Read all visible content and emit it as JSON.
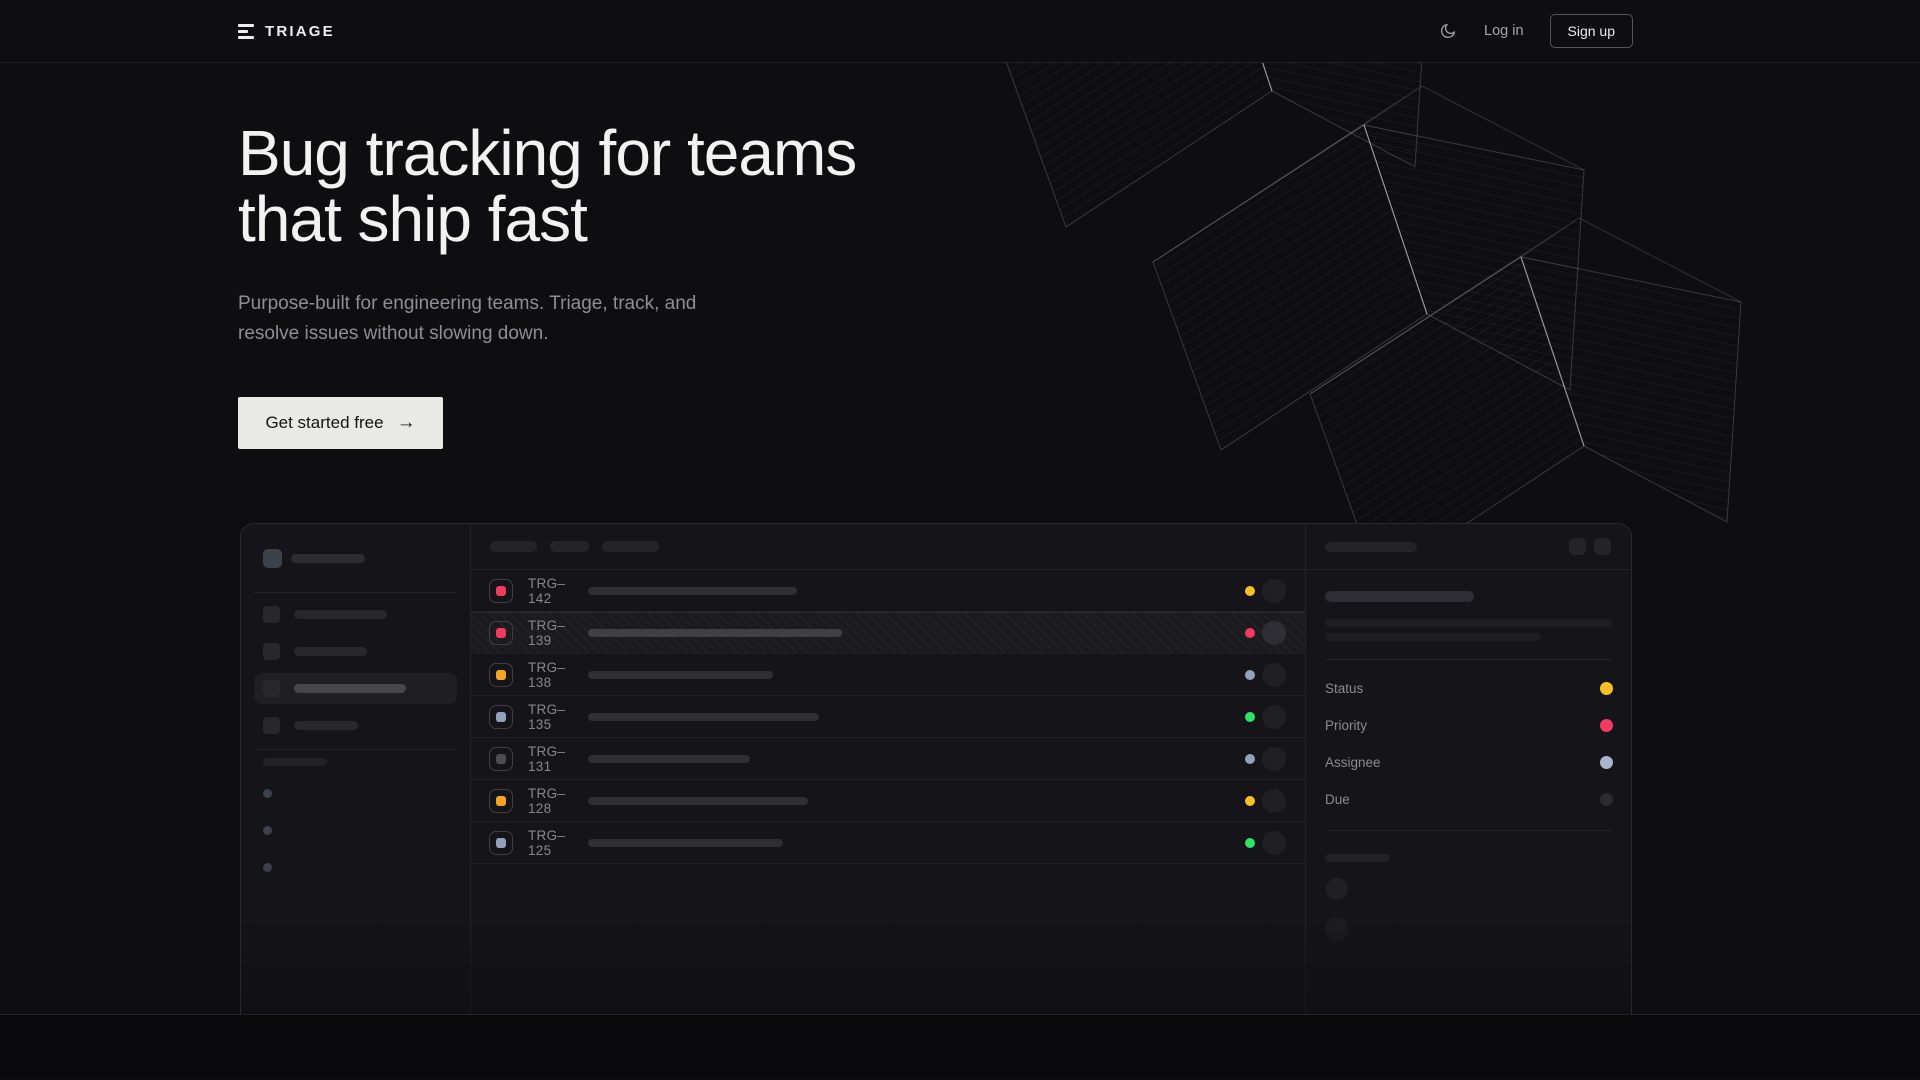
{
  "nav": {
    "brand": "TRIAGE",
    "theme_toggle_icon": "moon-icon",
    "login_label": "Log in",
    "signup_label": "Sign up"
  },
  "hero": {
    "title_line1": "Bug tracking for teams",
    "title_line2": "that ship fast",
    "subtitle_line1": "Purpose-built for engineering teams. Triage, track, and",
    "subtitle_line2": "resolve issues without slowing down.",
    "cta_label": "Get started free",
    "cta_arrow": "→"
  },
  "colors": {
    "pink": "#f23a60",
    "amber_chip": "#f5a524",
    "amber_dot": "#fbbf24",
    "slate": "#93a2ba",
    "green": "#2ee36a",
    "gray_chip": "#4b4b52",
    "due_dot": "#2a2a30",
    "cta_bg": "#e9e9e6"
  },
  "app_mockup": {
    "issues": [
      {
        "id": "TRG–142",
        "type_color": "#f23a60",
        "title_bar_width": 209,
        "status_color": "#fbbf24",
        "selected": false
      },
      {
        "id": "TRG–139",
        "type_color": "#f23a60",
        "title_bar_width": 254,
        "status_color": "#f23a60",
        "selected": true
      },
      {
        "id": "TRG–138",
        "type_color": "#f5a524",
        "title_bar_width": 185,
        "status_color": "#93a2ba",
        "selected": false
      },
      {
        "id": "TRG–135",
        "type_color": "#93a2ba",
        "title_bar_width": 231,
        "status_color": "#2ee36a",
        "selected": false
      },
      {
        "id": "TRG–131",
        "type_color": "#4b4b52",
        "title_bar_width": 162,
        "status_color": "#93a2ba",
        "selected": false
      },
      {
        "id": "TRG–128",
        "type_color": "#f5a524",
        "title_bar_width": 220,
        "status_color": "#fbbf24",
        "selected": false
      },
      {
        "id": "TRG–125",
        "type_color": "#93a2ba",
        "title_bar_width": 195,
        "status_color": "#2ee36a",
        "selected": false
      }
    ],
    "panel": {
      "fields": [
        {
          "label": "Status",
          "value_color": "#fbbf24"
        },
        {
          "label": "Priority",
          "value_color": "#f23a60"
        },
        {
          "label": "Assignee",
          "value_color": "#a9b6cb"
        },
        {
          "label": "Due",
          "value_color": "#2a2a30"
        }
      ]
    }
  }
}
